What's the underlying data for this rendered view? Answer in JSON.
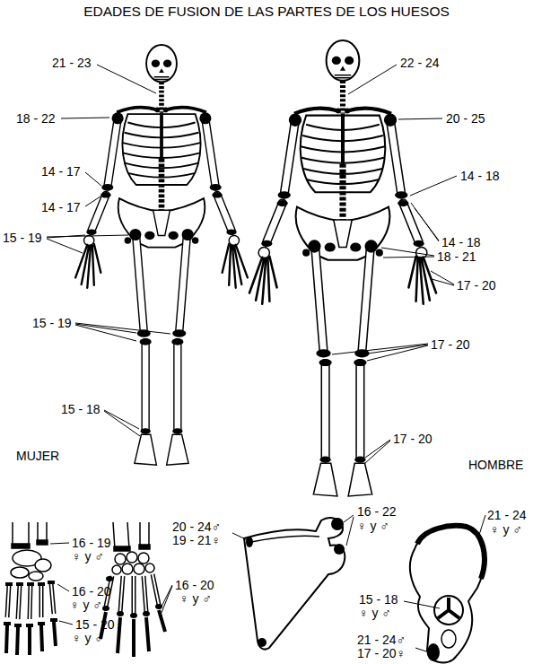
{
  "diagram": {
    "title": "EDADES DE FUSION DE LAS PARTES DE LOS HUESOS",
    "labels": [
      "21 - 23",
      "18 - 22",
      "14 - 17",
      "14 - 17",
      "15 - 19",
      "15 - 19",
      "15 - 18",
      "MUJER",
      "22 - 24",
      "20 - 25",
      "14 - 18",
      "14 - 18",
      "18 - 21",
      "17 - 20",
      "17 - 20",
      "17 - 20",
      "HOMBRE",
      "16 - 19",
      "♀ y ♂",
      "16 - 20",
      "♀ y ♂",
      "15 - 20",
      "♀ y ♂",
      "16 - 20",
      "♀ y ♂",
      "20 - 24♂",
      "19 - 21♀",
      "16 - 22",
      "♀ y ♂",
      "21 - 24",
      "♀ y ♂",
      "15 - 18",
      "♀ y ♂",
      "21 - 24♂",
      "17 - 20♀"
    ]
  }
}
